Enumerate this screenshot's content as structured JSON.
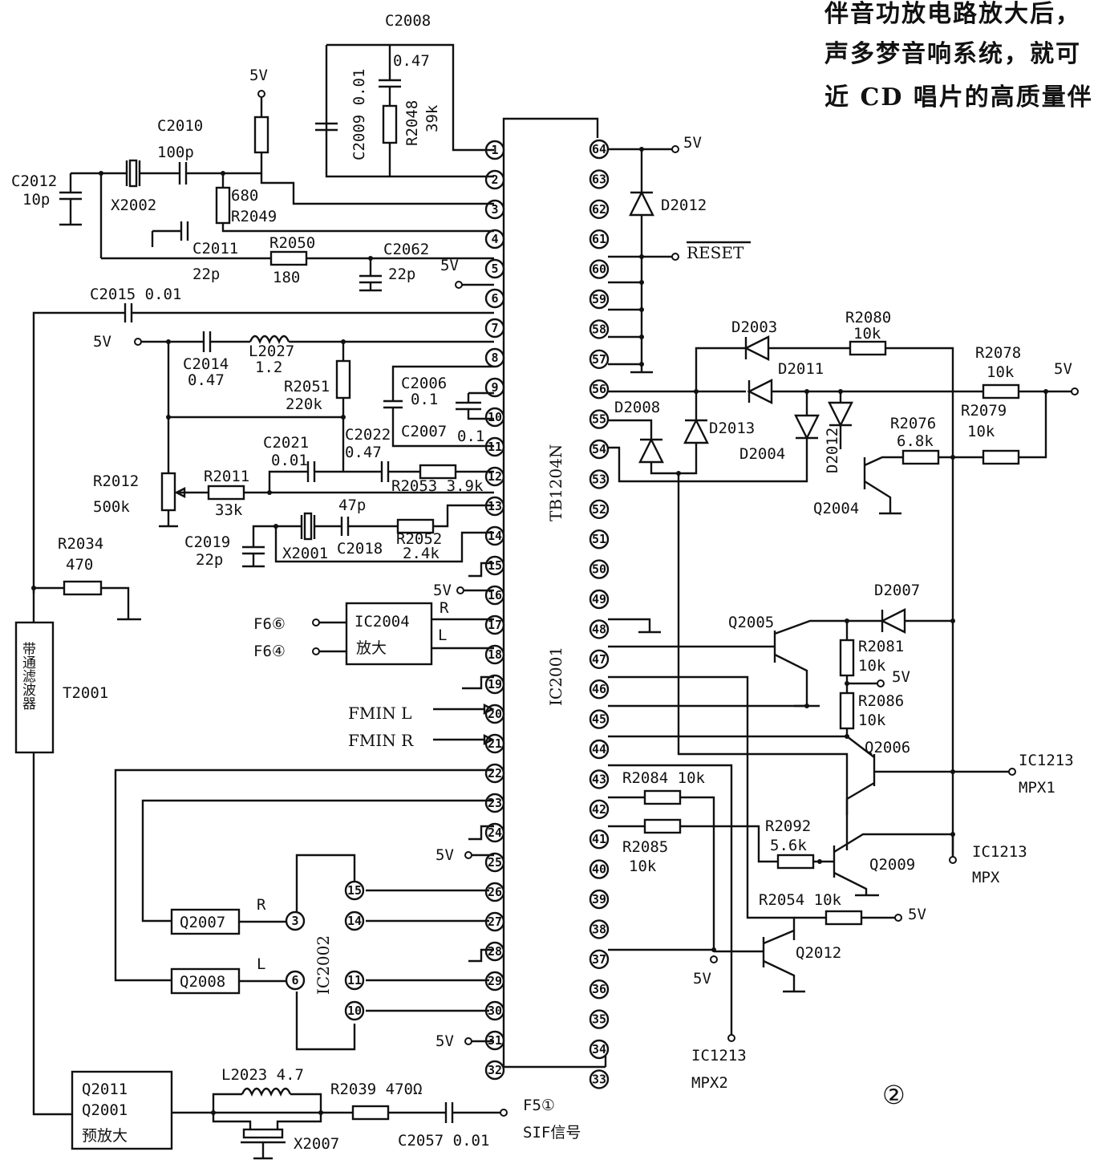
{
  "prose_lines": [
    "伴音功放电路放大后，",
    "声多梦音响系统，就可",
    "近 CD 唱片的高质量伴"
  ],
  "figure_number": "②",
  "ic_main": {
    "name": "IC2001",
    "part": "TB1204N"
  },
  "ic2002": "IC2002",
  "ic2004": {
    "name": "IC2004",
    "function": "放大",
    "out_r": "R",
    "out_l": "L"
  },
  "t2001": {
    "name": "T2001",
    "body": "带通滤波器"
  },
  "preamp": {
    "line1": "Q2011",
    "line2": "Q2001",
    "line3": "预放大"
  },
  "q2007": "Q2007",
  "q2008": "Q2008",
  "ch_r": "R",
  "ch_l": "L",
  "pins_left": [
    "1",
    "2",
    "3",
    "4",
    "5",
    "6",
    "7",
    "8",
    "9",
    "10",
    "11",
    "12",
    "13",
    "14",
    "15",
    "16",
    "17",
    "18",
    "19",
    "20",
    "21",
    "22",
    "23",
    "24",
    "25",
    "26",
    "27",
    "28",
    "29",
    "30",
    "31",
    "32"
  ],
  "pins_right": [
    "33",
    "34",
    "35",
    "36",
    "37",
    "38",
    "39",
    "40",
    "41",
    "42",
    "43",
    "44",
    "45",
    "46",
    "47",
    "48",
    "49",
    "50",
    "51",
    "52",
    "53",
    "54",
    "55",
    "56",
    "57",
    "58",
    "59",
    "60",
    "61",
    "62",
    "63",
    "64"
  ],
  "sub_pins": [
    "10",
    "11",
    "6",
    "3",
    "15",
    "14",
    "11",
    "10"
  ],
  "labels": {
    "c2008": "C2008",
    "c2008_v": "0.47",
    "c2009": "C2009 0.01",
    "r2048": "R2048",
    "r2048_v": "39k",
    "v5_top": "5V",
    "c2010": "C2010",
    "c2010_v": "100p",
    "c2012": "C2012",
    "c2012_v": "10p",
    "x2002": "X2002",
    "r2049": "R2049",
    "r2049_v": "680",
    "c2011": "C2011",
    "c2011_v": "22p",
    "r2050": "R2050",
    "r2050_v": "180",
    "c2062": "C2062",
    "c2062_v": "22p",
    "v5_p6": "5V",
    "c2015": "C2015  0.01",
    "v5_p8": "5V",
    "c2014": "C2014",
    "c2014_v": "0.47",
    "l2027": "L2027",
    "l2027_v": "1.2",
    "r2051": "R2051",
    "r2051_v": "220k",
    "c2006": "C2006",
    "c2006_v": "0.1",
    "c2007": "C2007",
    "c2007_v": "0.1",
    "c2021": "C2021",
    "c2021_v": "0.01",
    "c2022": "C2022",
    "c2022_v": "0.47",
    "r2053": "R2053  3.9k",
    "r2012": "R2012",
    "r2012_v": "500k",
    "r2011": "R2011",
    "r2011_v": "33k",
    "c2018": "C2018",
    "c2018_v": "47p",
    "r2052": "R2052",
    "r2052_v": "2.4k",
    "x2001": "X2001",
    "c2019": "C2019",
    "c2019_v": "22p",
    "r2034": "R2034",
    "r2034_v": "470",
    "v5_p17": "5V",
    "f6_6": "F6⑥",
    "f6_4": "F6④",
    "fmin_l": "FMIN  L",
    "fmin_r": "FMIN  R",
    "v5_p26": "5V",
    "v5_p32": "5V",
    "l2023": "L2023  4.7",
    "r2039": "R2039  470Ω",
    "c2057": "C2057  0.01",
    "x2007": "X2007",
    "f5_1": "F5①",
    "sif": "SIF信号",
    "v5_p64": "5V",
    "d2012": "D2012",
    "reset": "RESET",
    "d2003": "D2003",
    "r2080": "R2080",
    "r2080_v": "10k",
    "d2011": "D2011",
    "r2078": "R2078",
    "r2078_v": "10k",
    "v5_r": "5V",
    "d2008": "D2008",
    "d2013": "D2013",
    "d2004": "D2004",
    "d2012b": "D2012",
    "r2076": "R2076",
    "r2076_v": "6.8k",
    "r2079": "R2079",
    "r2079_v": "10k",
    "q2004": "Q2004",
    "d2007": "D2007",
    "q2005": "Q2005",
    "r2081": "R2081",
    "r2081_v": "10k",
    "v5_mid": "5V",
    "r2086": "R2086",
    "r2086_v": "10k",
    "q2006": "Q2006",
    "ic1213_mpx1_a": "IC1213",
    "ic1213_mpx1_b": "MPX1",
    "r2084": "R2084  10k",
    "r2092": "R2092",
    "r2092_v": "5.6k",
    "r2085": "R2085",
    "r2085_v": "10k",
    "q2009": "Q2009",
    "ic1213_mpx_a": "IC1213",
    "ic1213_mpx_b": "MPX",
    "r2054": "R2054  10k",
    "v5_q2012": "5V",
    "q2012": "Q2012",
    "v5_p36": "5V",
    "ic1213_mpx2_a": "IC1213",
    "ic1213_mpx2_b": "MPX2"
  }
}
